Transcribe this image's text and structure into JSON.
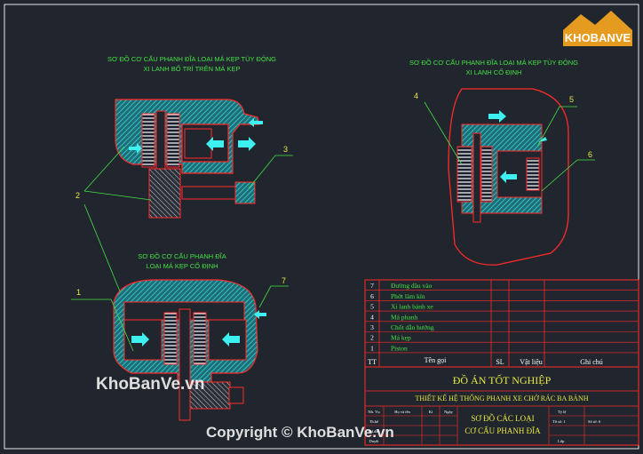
{
  "watermark": {
    "logo_text": "KHOBANVE",
    "left_text": "KhoBanVe.vn",
    "bottom_text": "Copyright © KhoBanVe.vn"
  },
  "diagram_titles": {
    "top_left_line1": "SƠ ĐỒ CƠ CẤU PHANH ĐĨA LOẠI MÁ KẸP TÙY ĐỘNG",
    "top_left_line2": "XI LANH BỐ TRÍ TRÊN MÁ KẸP",
    "top_right_line1": "SƠ ĐỒ CƠ CẤU PHANH ĐĨA LOẠI MÁ KẸP TÙY ĐỘNG",
    "top_right_line2": "XI LANH CỐ ĐỊNH",
    "bottom_left_line1": "SƠ ĐỒ CƠ CẤU PHANH ĐĨA",
    "bottom_left_line2": "LOẠI MÁ KẸP CỐ ĐỊNH"
  },
  "callouts": {
    "c1": "1",
    "c2": "2",
    "c3": "3",
    "c4": "4",
    "c5": "5",
    "c6": "6",
    "c7": "7"
  },
  "parts_list": {
    "rows": [
      {
        "no": "7",
        "name": "Đường dầu vào"
      },
      {
        "no": "6",
        "name": "Phớt làm kín"
      },
      {
        "no": "5",
        "name": "Xi lanh bánh xe"
      },
      {
        "no": "4",
        "name": "Má phanh"
      },
      {
        "no": "3",
        "name": "Chốt dẫn hướng"
      },
      {
        "no": "2",
        "name": "Má kẹp"
      },
      {
        "no": "1",
        "name": "Piston"
      }
    ],
    "header": {
      "tt": "TT",
      "ten_goi": "Tên gọi",
      "sl": "SL",
      "vat_lieu": "Vật liệu",
      "ghi_chu": "Ghi chú"
    }
  },
  "title_block": {
    "project": "ĐỒ ÁN TỐT NGHIỆP",
    "subject": "THIẾT KẾ HỆ THỐNG PHANH XE CHỞ RÁC BA BÁNH",
    "drawing_line1": "SƠ ĐỒ CÁC LOẠI",
    "drawing_line2": "CƠ CẤU PHANH ĐĨA",
    "roles": [
      "Nh. Vụ",
      "Th.kế",
      "Hd.dẫn",
      "Duyệt"
    ],
    "role_headers": [
      "Họ và tên",
      "Kí",
      "Ngày"
    ],
    "right_labels": [
      "Tỷ lệ",
      "Tờ số: 1",
      "Số tờ: 6",
      "Lớp"
    ]
  },
  "colors": {
    "background": "#21262e",
    "frame": "#e8e8e8",
    "outline": "#ff2a2a",
    "hatch": "#3fe0e0",
    "spring": "#ffffff",
    "green_text": "#45e045",
    "yellow_text": "#e8e840",
    "arrow": "#3ff0f0"
  }
}
